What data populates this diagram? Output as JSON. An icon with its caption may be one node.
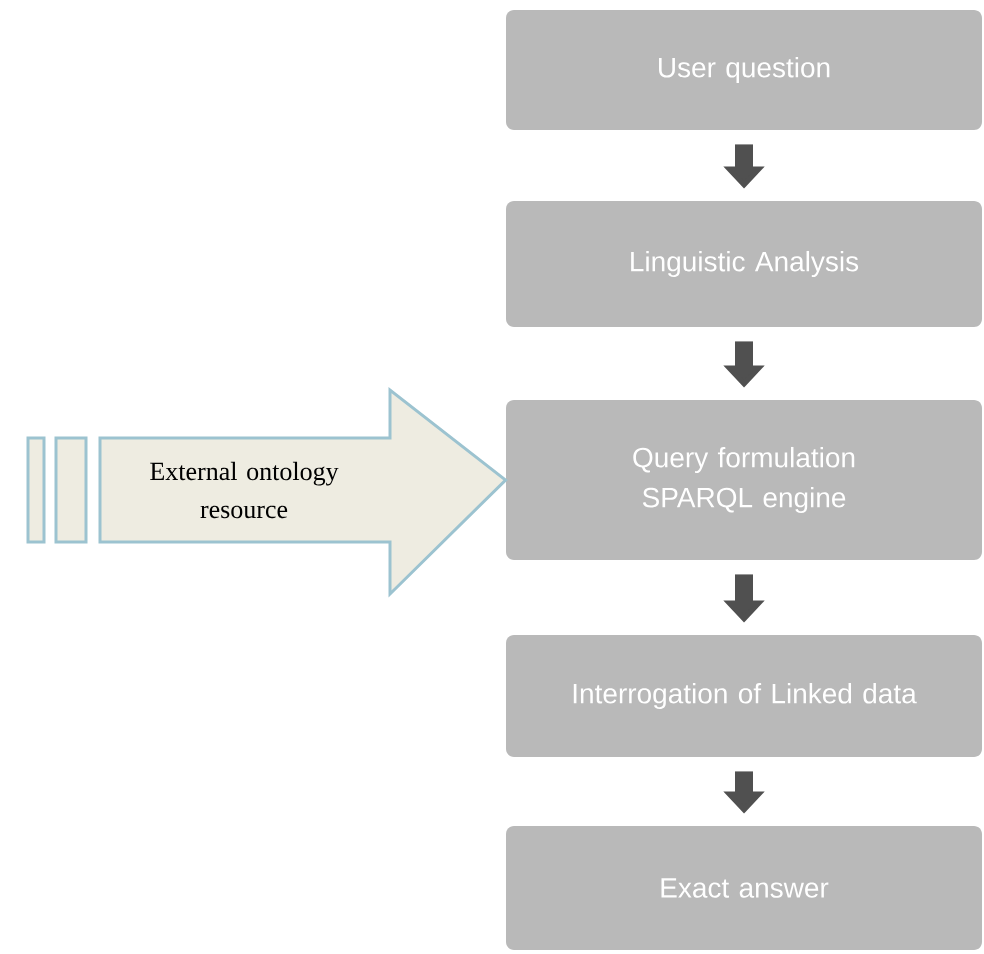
{
  "diagram": {
    "nodes": [
      {
        "text": [
          "User question"
        ]
      },
      {
        "text": [
          "Linguistic Analysis"
        ]
      },
      {
        "text": [
          "Query formulation SPARQL engine"
        ]
      },
      {
        "text": [
          "Interrogation of Linked data"
        ]
      },
      {
        "text": [
          "Exact answer"
        ]
      }
    ],
    "edges": [
      {
        "from": 0,
        "to": 1,
        "arrow": "to"
      },
      {
        "from": 1,
        "to": 2,
        "arrow": "to"
      },
      {
        "from": 2,
        "to": 3,
        "arrow": "to"
      },
      {
        "from": 3,
        "to": 4,
        "arrow": "to"
      },
      {
        "from": null,
        "to": 2,
        "arrow": "to",
        "label": "External ontology resource",
        "color": "#9cc3d0"
      }
    ]
  }
}
